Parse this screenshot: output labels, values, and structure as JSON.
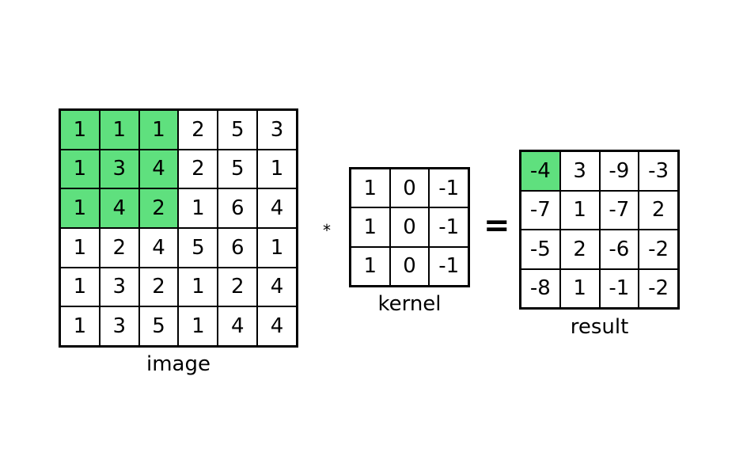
{
  "image": {
    "label": "image",
    "highlighted": [
      [
        0,
        0
      ],
      [
        0,
        1
      ],
      [
        0,
        2
      ],
      [
        1,
        0
      ],
      [
        1,
        1
      ],
      [
        1,
        2
      ],
      [
        2,
        0
      ],
      [
        2,
        1
      ],
      [
        2,
        2
      ]
    ],
    "rows": [
      [
        "1",
        "1",
        "1",
        "2",
        "5",
        "3"
      ],
      [
        "1",
        "3",
        "4",
        "2",
        "5",
        "1"
      ],
      [
        "1",
        "4",
        "2",
        "1",
        "6",
        "4"
      ],
      [
        "1",
        "2",
        "4",
        "5",
        "6",
        "1"
      ],
      [
        "1",
        "3",
        "2",
        "1",
        "2",
        "4"
      ],
      [
        "1",
        "3",
        "5",
        "1",
        "4",
        "4"
      ]
    ]
  },
  "operator_convolve": "*",
  "kernel": {
    "label": "kernel",
    "rows": [
      [
        "1",
        "0",
        "-1"
      ],
      [
        "1",
        "0",
        "-1"
      ],
      [
        "1",
        "0",
        "-1"
      ]
    ]
  },
  "operator_equals": "=",
  "result": {
    "label": "result",
    "highlighted": [
      [
        0,
        0
      ]
    ],
    "rows": [
      [
        "-4",
        "3",
        "-9",
        "-3"
      ],
      [
        "-7",
        "1",
        "-7",
        "2"
      ],
      [
        "-5",
        "2",
        "-6",
        "-2"
      ],
      [
        "-8",
        "1",
        "-1",
        "-2"
      ]
    ]
  },
  "colors": {
    "highlight": "#5fe07e",
    "border": "#000000",
    "background": "#ffffff"
  }
}
